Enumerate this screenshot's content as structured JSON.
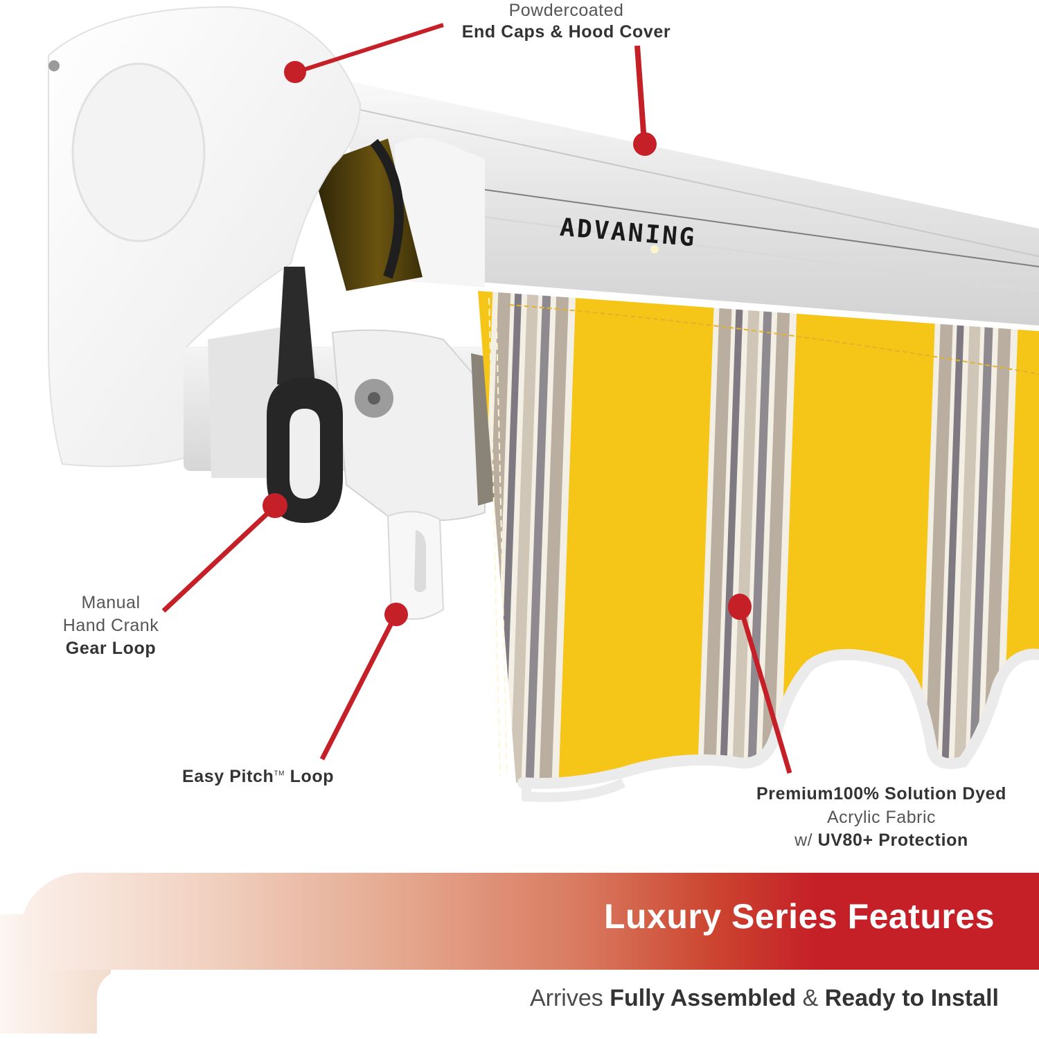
{
  "product": {
    "brand_logo": "ADVANING",
    "type": "Retractable awning (manual)",
    "fabric_pattern": "yellow with grey/beige/white stripes",
    "colors": {
      "accent_red": "#c51f27",
      "fabric_yellow": "#f5c518",
      "stripe_grey": "#8e8a8f",
      "stripe_beige": "#b9ae9f",
      "stripe_cream": "#f4efe4",
      "frame_white": "#f2f2f2",
      "crank_black": "#222222"
    }
  },
  "callouts": [
    {
      "id": "end-caps",
      "line1": "Powdercoated",
      "line2_bold": "End Caps & Hood Cover"
    },
    {
      "id": "gear-loop",
      "line1": "Manual",
      "line2": "Hand Crank",
      "line3_bold": "Gear Loop"
    },
    {
      "id": "easy-pitch",
      "label_bold": "Easy Pitch",
      "trademark": "TM",
      "label_bold_after": "Loop"
    },
    {
      "id": "fabric",
      "line1_bold": "Premium100% Solution Dyed",
      "line2": "Acrylic Fabric",
      "line3_prefix": "w/ ",
      "line3_bold": "UV80+ Protection"
    }
  ],
  "banner": {
    "title": "Luxury Series Features",
    "subtitle": {
      "part1": "Arrives ",
      "part2_bold": "Fully Assembled",
      "part3": " & ",
      "part4_bold": "Ready to Install"
    }
  }
}
